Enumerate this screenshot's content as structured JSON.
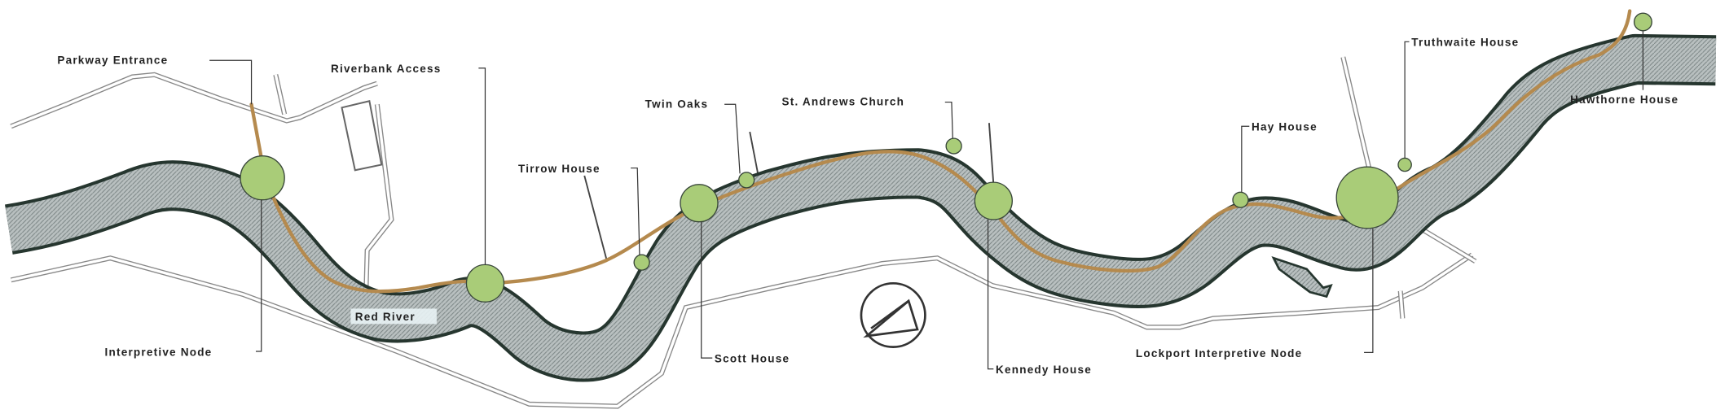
{
  "map": {
    "river_label": "Red River",
    "colors": {
      "trail": "#b58a4e",
      "node": "#a9cc78",
      "river": "#a9b1b1",
      "river_edge": "#26362f"
    },
    "labels": [
      {
        "id": "parkway-entrance",
        "text": "Parkway Entrance"
      },
      {
        "id": "riverbank-access",
        "text": "Riverbank Access"
      },
      {
        "id": "twin-oaks",
        "text": "Twin Oaks"
      },
      {
        "id": "st-andrews-church",
        "text": "St. Andrews Church"
      },
      {
        "id": "tirrow-house",
        "text": "Tirrow House"
      },
      {
        "id": "interpretive-node",
        "text": "Interpretive Node"
      },
      {
        "id": "scott-house",
        "text": "Scott House"
      },
      {
        "id": "kennedy-house",
        "text": "Kennedy House"
      },
      {
        "id": "hay-house",
        "text": "Hay House"
      },
      {
        "id": "lockport-interpretive-node",
        "text": "Lockport Interpretive Node"
      },
      {
        "id": "truthwaite-house",
        "text": "Truthwaite House"
      },
      {
        "id": "hawthorne-house",
        "text": "Hawthorne House"
      }
    ]
  }
}
